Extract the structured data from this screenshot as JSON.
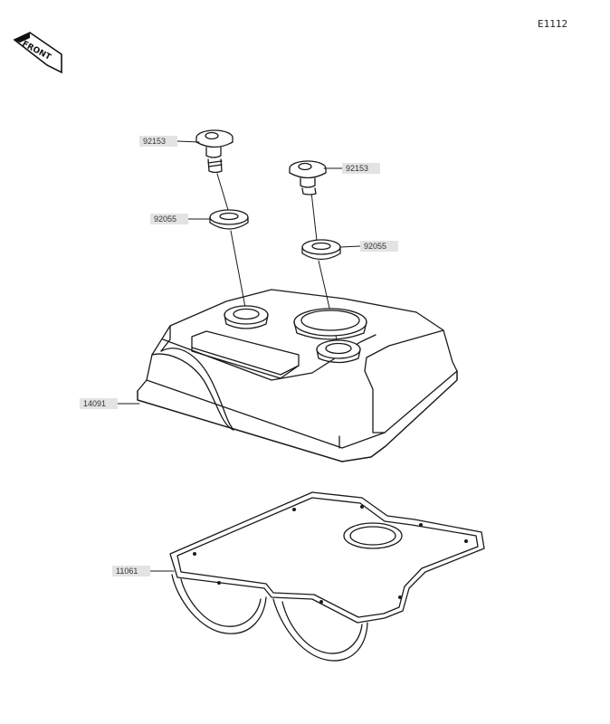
{
  "diagram": {
    "code": "E1112",
    "front_label": "FRONT",
    "colors": {
      "line": "#1a1a1a",
      "tag_fill": "#e3e3e3",
      "tag_text": "#333333",
      "background": "#ffffff"
    },
    "parts": {
      "bolt_left": "92153",
      "bolt_right": "92153",
      "washer_left": "92055",
      "washer_right": "92055",
      "cover": "14091",
      "gasket": "11061"
    }
  }
}
